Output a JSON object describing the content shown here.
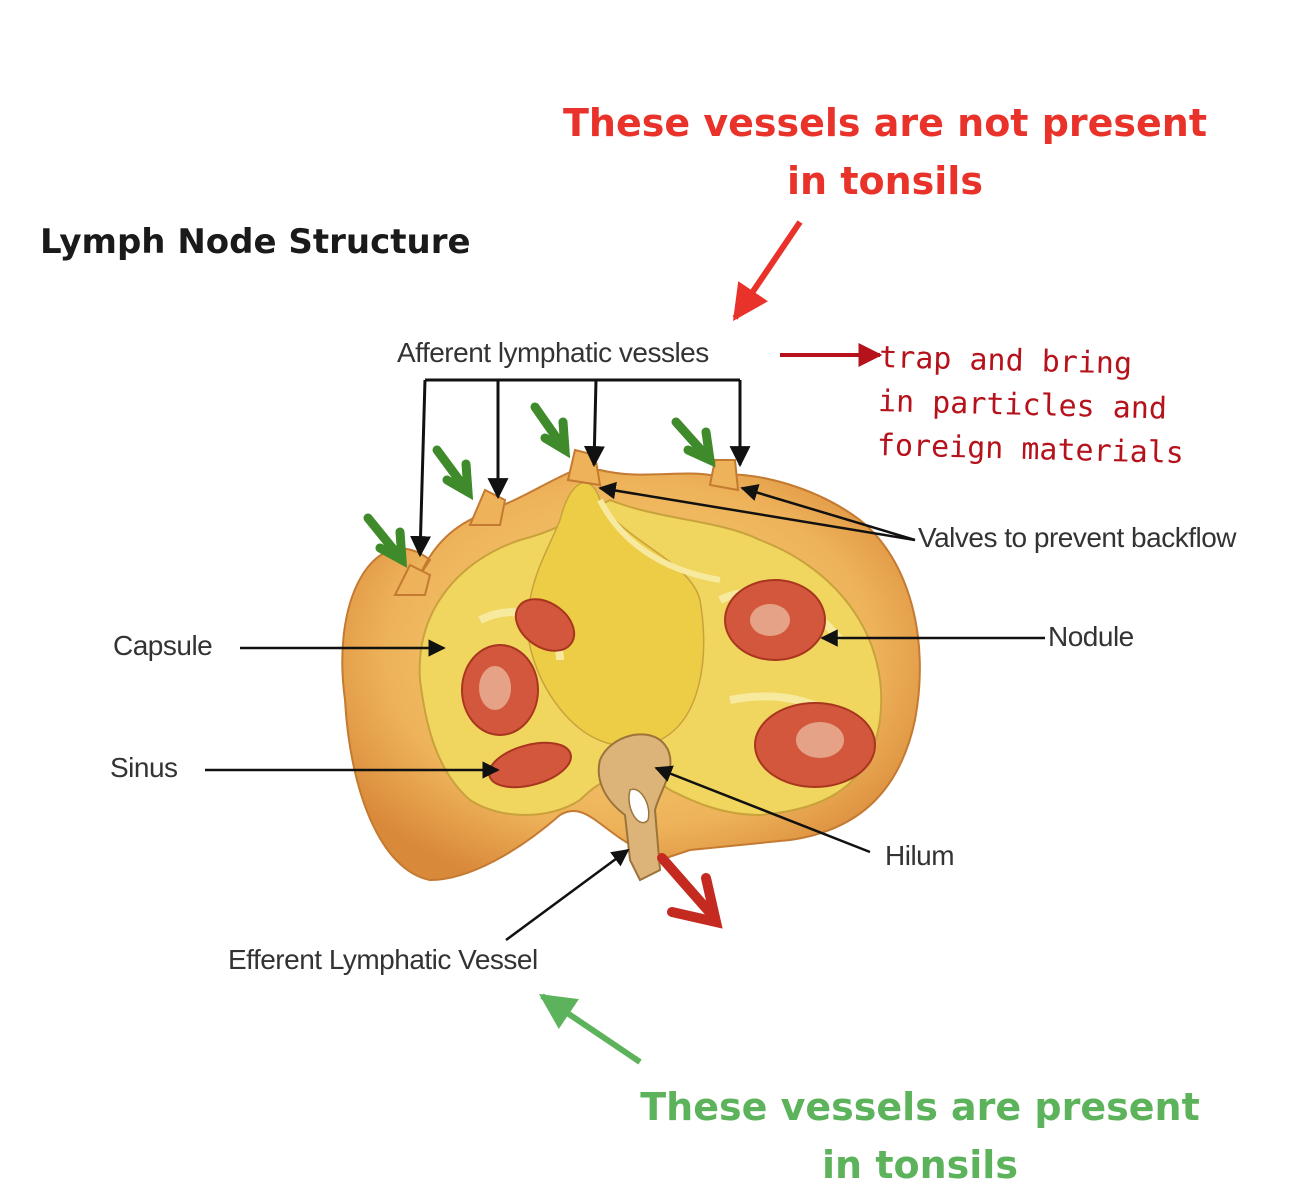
{
  "title": "Lymph Node Structure",
  "callouts": {
    "top": {
      "line1": "These vessels are not present",
      "line2": "in tonsils",
      "color": "#e8322a"
    },
    "bottom": {
      "line1": "These vessels are present",
      "line2": "in tonsils",
      "color": "#5db35b"
    }
  },
  "labels": {
    "afferent": "Afferent lymphatic vessles",
    "valves": "Valves to prevent backflow",
    "capsule": "Capsule",
    "nodule": "Nodule",
    "sinus": "Sinus",
    "hilum": "Hilum",
    "efferent": "Efferent Lymphatic Vessel"
  },
  "note": {
    "line1": "trap and bring",
    "line2": "in particles and",
    "line3": "foreign materials",
    "color": "#b5121b"
  },
  "colors": {
    "capsule": "#eeb35a",
    "cortex": "#f0d55e",
    "nodule": "#d2573c",
    "incoming_arrows": "#3f8a2a",
    "outflow_arrow": "#c42a20"
  }
}
